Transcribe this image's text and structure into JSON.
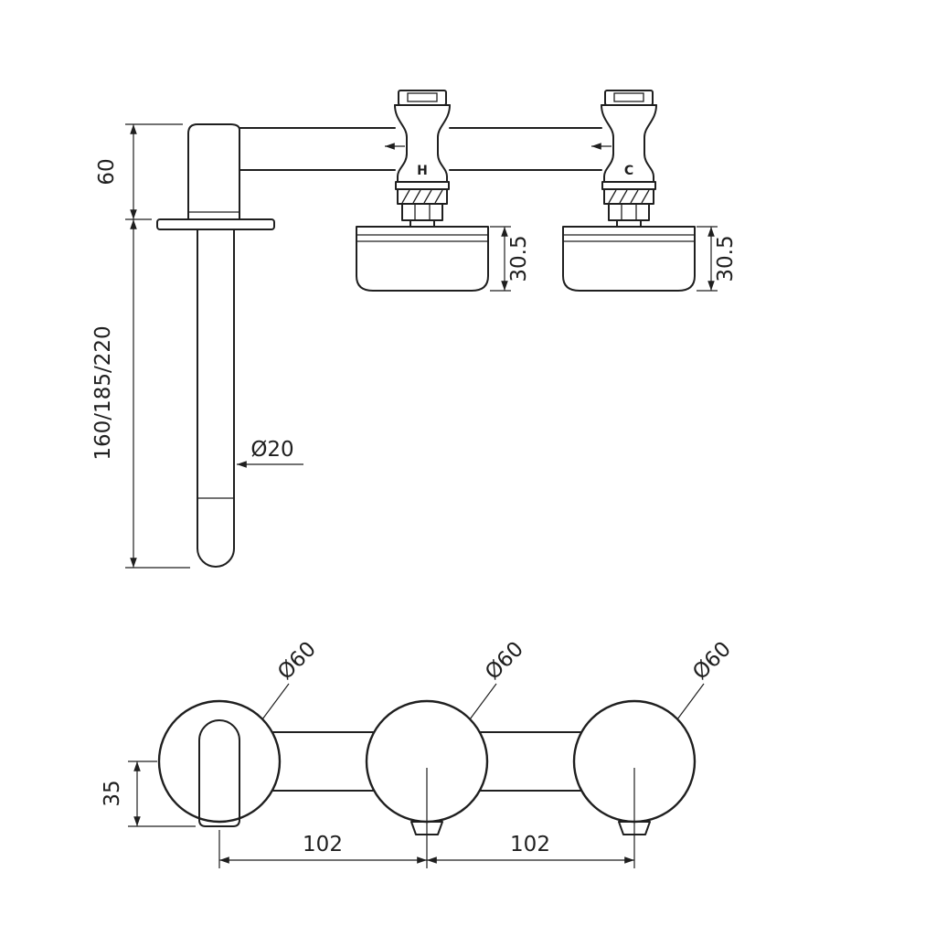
{
  "meta": {
    "background_color": "#ffffff",
    "line_color": "#1f1f1f",
    "drawing_type": "wall-mounted basin mixer dimensional drawing"
  },
  "side_view": {
    "dims": {
      "spout_height": "60",
      "spout_length": "160/185/220",
      "spout_diameter": "Ø20",
      "hot_escutcheon_depth": "30.5",
      "cold_escutcheon_depth": "30.5"
    },
    "labels": {
      "hot": "H",
      "cold": "C"
    }
  },
  "front_view": {
    "dims": {
      "left_rosette_diameter": "Ø60",
      "middle_rosette_diameter": "Ø60",
      "right_rosette_diameter": "Ø60",
      "spout_drop": "35",
      "left_spacing": "102",
      "right_spacing": "102"
    }
  }
}
